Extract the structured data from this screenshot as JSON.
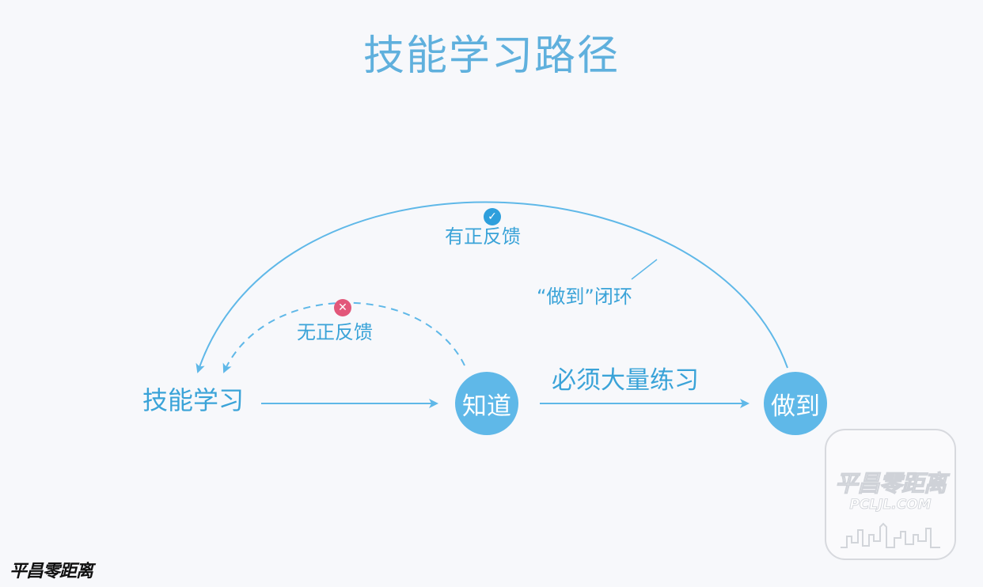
{
  "title": "技能学习路径",
  "nodes": {
    "start": "技能学习",
    "know": "知道",
    "do": "做到"
  },
  "edges": {
    "practice": "必须大量练习"
  },
  "feedback": {
    "positive": "有正反馈",
    "positive_icon": "check-icon",
    "negative": "无正反馈",
    "negative_icon": "cross-icon",
    "loop": "“做到”闭环"
  },
  "watermark": {
    "brand": "平昌零距离",
    "url": "PCLJL.COM"
  },
  "colors": {
    "primary": "#5fb8e8",
    "title": "#5fb0dd",
    "positive": "#2e9fdc",
    "negative": "#e2577a"
  }
}
